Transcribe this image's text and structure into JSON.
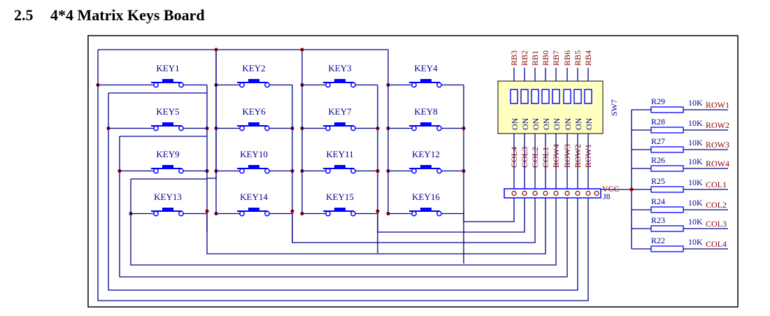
{
  "heading": {
    "number": "2.5",
    "title": "4*4 Matrix Keys Board"
  },
  "colors": {
    "wire": "#00008b",
    "switch": "#0000ff",
    "node": "#8b0000",
    "label": "#8b0000",
    "box": "#ffffc0",
    "frame": "#000000"
  },
  "keys": [
    "KEY1",
    "KEY2",
    "KEY3",
    "KEY4",
    "KEY5",
    "KEY6",
    "KEY7",
    "KEY8",
    "KEY9",
    "KEY10",
    "KEY11",
    "KEY12",
    "KEY13",
    "KEY14",
    "KEY15",
    "KEY16"
  ],
  "sw7": {
    "ref": "SW7",
    "pins": [
      "RB3",
      "RB2",
      "RB1",
      "RB0",
      "RB7",
      "RB6",
      "RB5",
      "RB4"
    ],
    "on_label": "ON",
    "nets": [
      "COL4",
      "COL3",
      "COL2",
      "COL1",
      "ROW4",
      "ROW3",
      "ROW2",
      "ROW1"
    ]
  },
  "j8": {
    "ref": "J8",
    "vcc": "VCC"
  },
  "resistors": [
    {
      "ref": "R29",
      "value": "10K",
      "net": "ROW1"
    },
    {
      "ref": "R28",
      "value": "10K",
      "net": "ROW2"
    },
    {
      "ref": "R27",
      "value": "10K",
      "net": "ROW3"
    },
    {
      "ref": "R26",
      "value": "10K",
      "net": "ROW4"
    },
    {
      "ref": "R25",
      "value": "10K",
      "net": "COL1"
    },
    {
      "ref": "R24",
      "value": "10K",
      "net": "COL2"
    },
    {
      "ref": "R23",
      "value": "10K",
      "net": "COL3"
    },
    {
      "ref": "R22",
      "value": "10K",
      "net": "COL4"
    }
  ]
}
